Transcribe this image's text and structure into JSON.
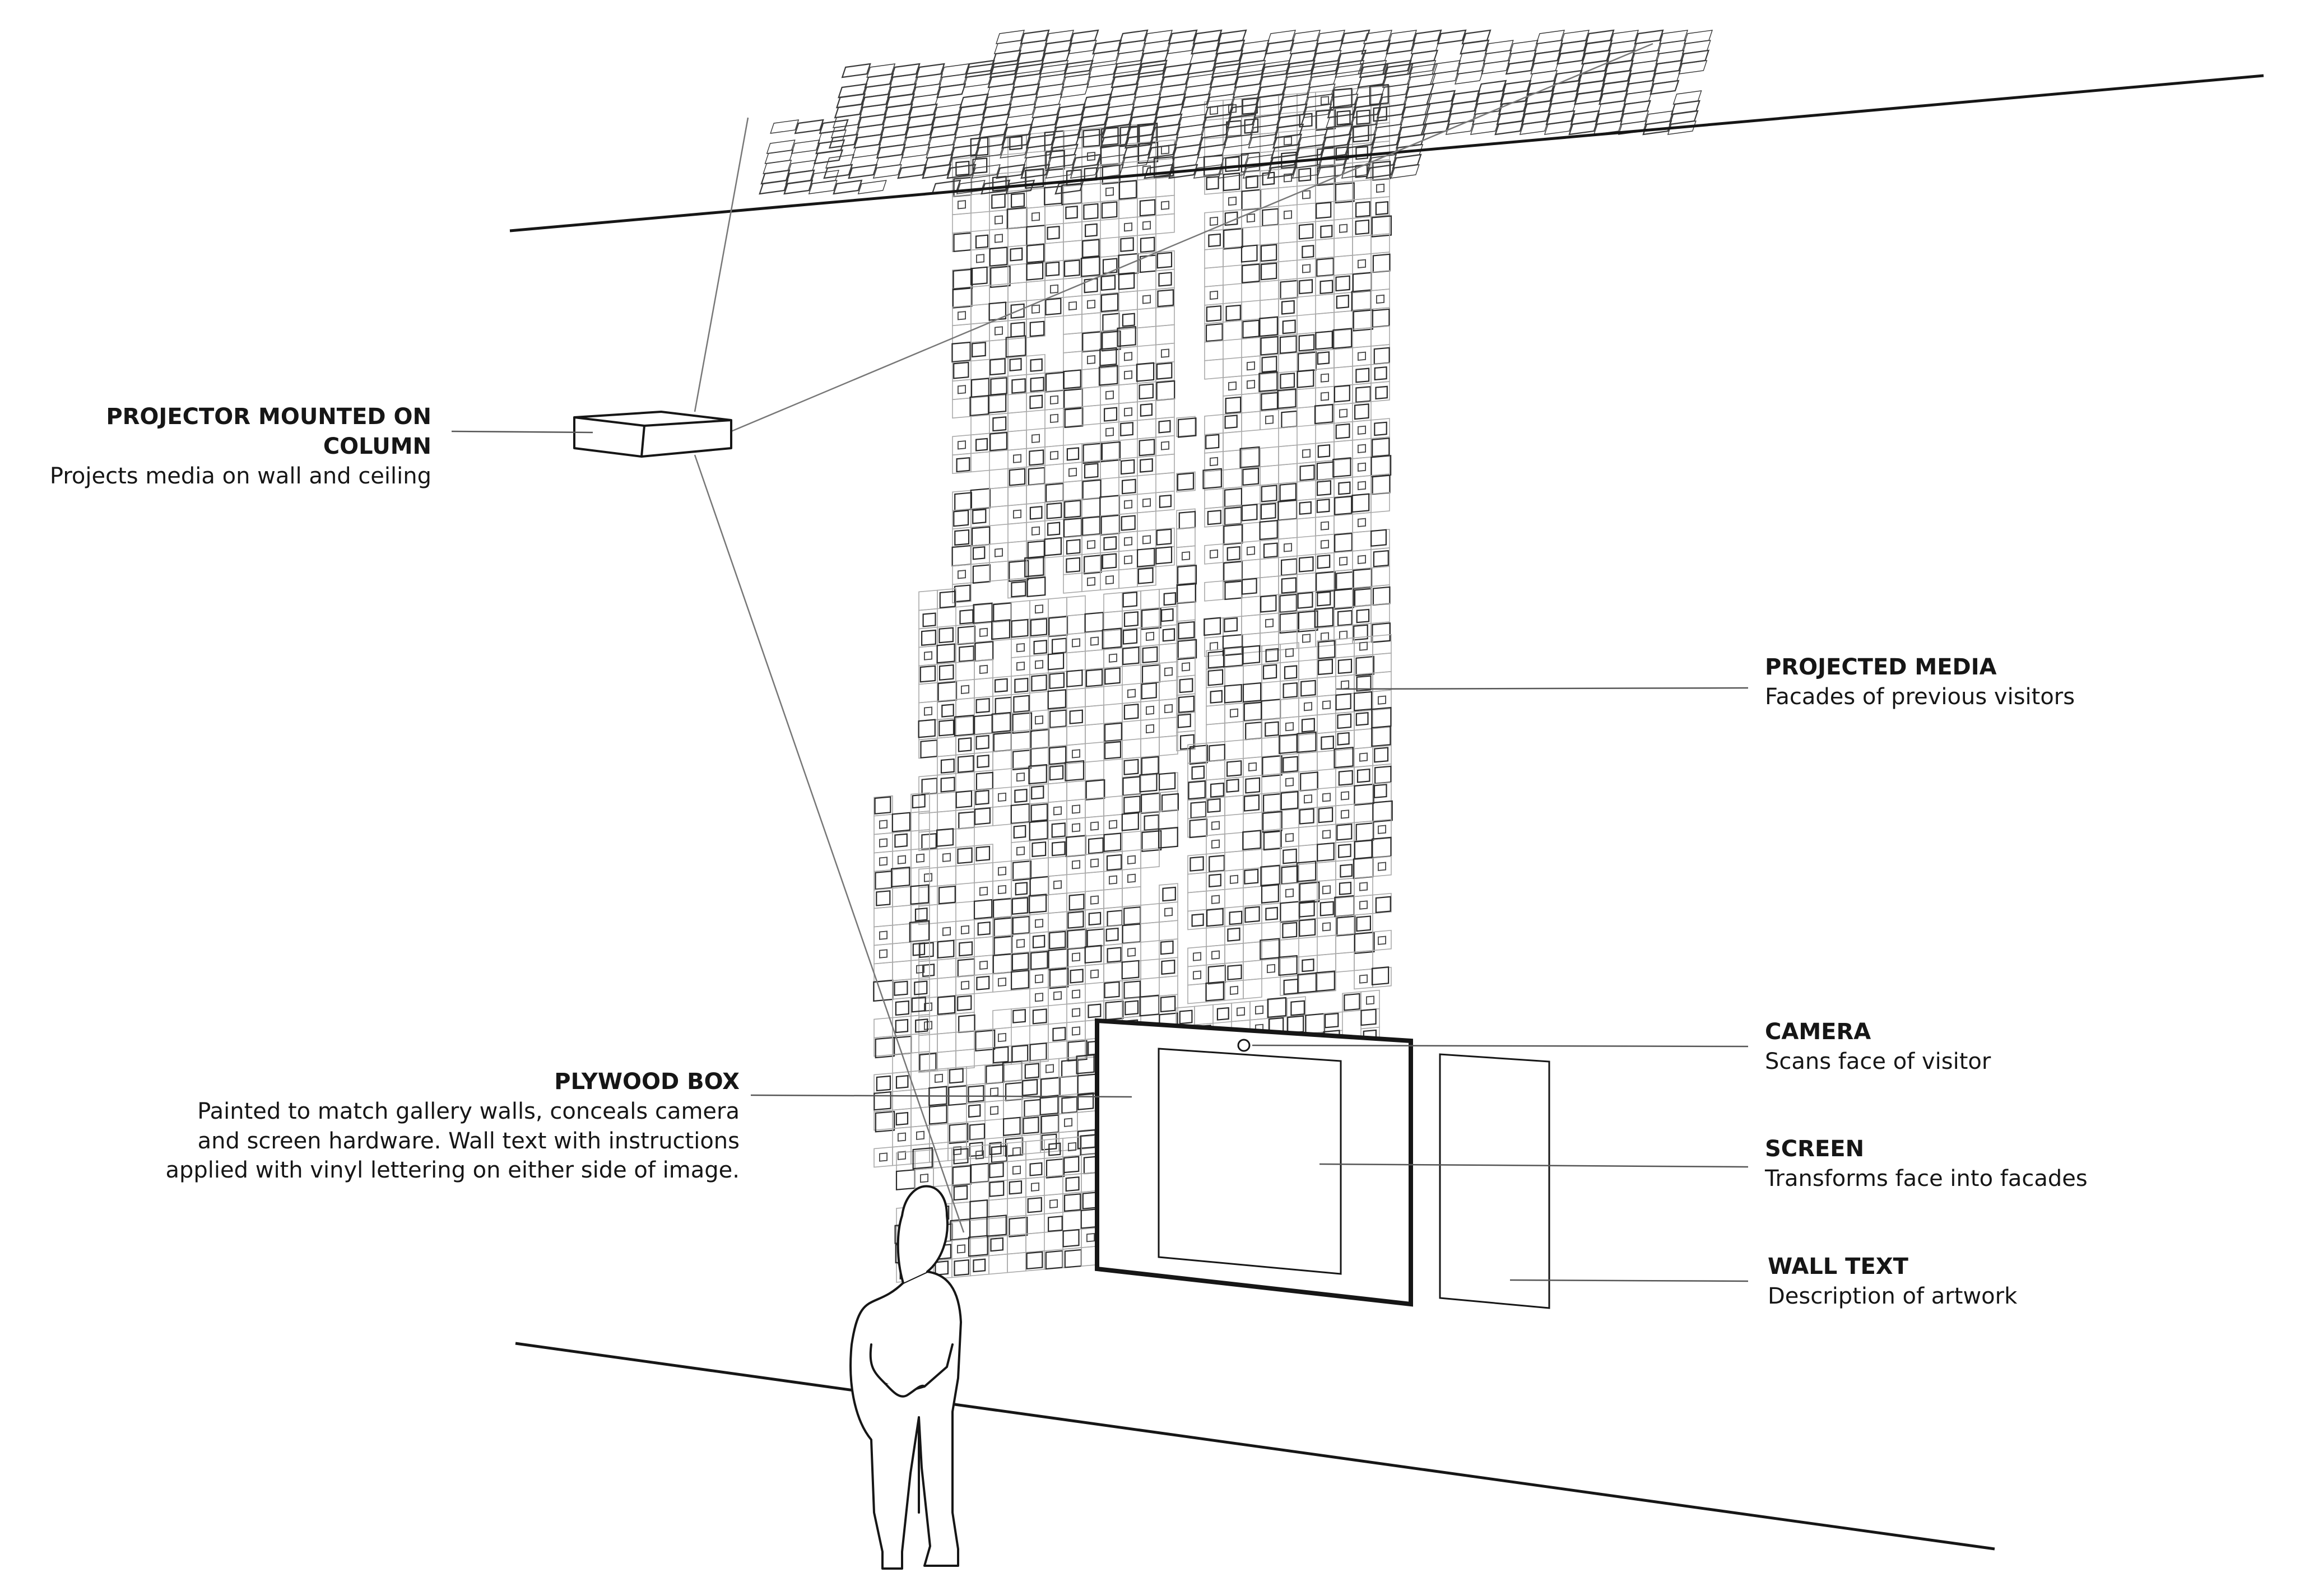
{
  "labels": {
    "projector": {
      "title": "PROJECTOR MOUNTED ON COLUMN",
      "desc": "Projects media on wall and ceiling"
    },
    "projected_media": {
      "title": "PROJECTED MEDIA",
      "desc": "Facades of previous visitors"
    },
    "camera": {
      "title": "CAMERA",
      "desc": "Scans face of visitor"
    },
    "plywood_box": {
      "title": "PLYWOOD BOX",
      "desc": [
        "Painted to match gallery walls, conceals camera",
        "and screen hardware. Wall text with instructions",
        "applied with vinyl lettering on either side of image."
      ]
    },
    "screen": {
      "title": "SCREEN",
      "desc": "Transforms face into facades"
    },
    "wall_text": {
      "title": "WALL TEXT",
      "desc": "Description of artwork"
    }
  },
  "colors": {
    "ink": "#161616",
    "grid": "#444444",
    "leader": "#555555",
    "background": "#ffffff"
  }
}
